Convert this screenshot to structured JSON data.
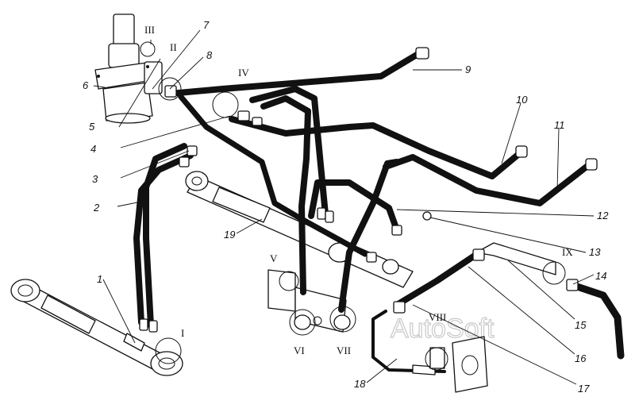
{
  "diagram": {
    "watermark": "AutoSoft",
    "callouts": [
      "1",
      "2",
      "3",
      "4",
      "5",
      "6",
      "7",
      "8",
      "9",
      "10",
      "11",
      "12",
      "13",
      "14",
      "15",
      "16",
      "17",
      "18",
      "19"
    ],
    "details": [
      "I",
      "II",
      "III",
      "IV",
      "V",
      "VI",
      "VII",
      "VIII",
      "IX"
    ]
  }
}
